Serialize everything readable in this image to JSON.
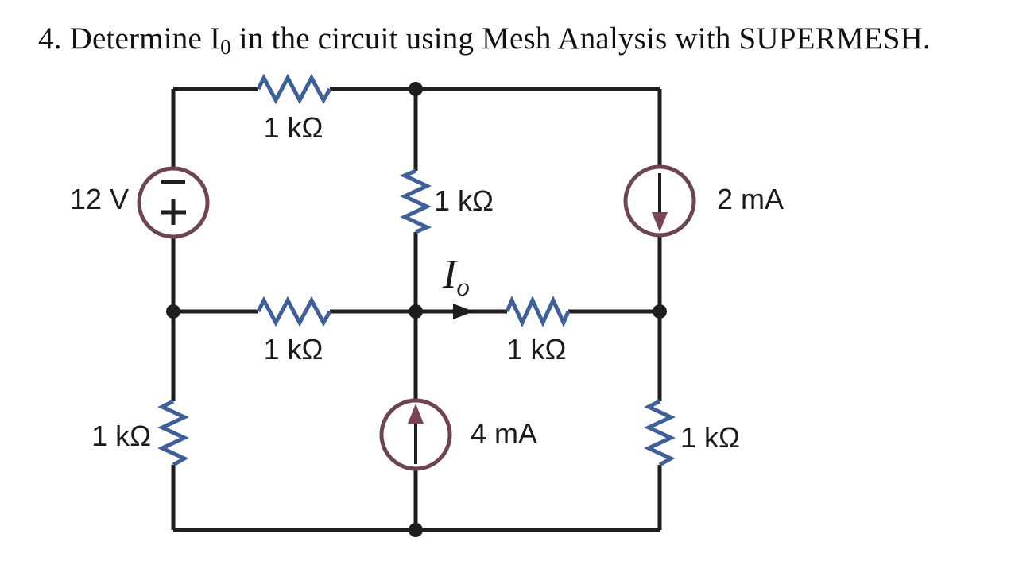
{
  "title": {
    "prefix": "4.  Determine I",
    "subscript": "0",
    "suffix": " in the circuit using Mesh Analysis with SUPERMESH."
  },
  "circuit": {
    "colors": {
      "wire": "#1e1e1c",
      "resistor": "#3f5f99",
      "source_outline": "#6d4550",
      "source_arrowhead": "#7a4455",
      "label_text": "#1b1b1b",
      "background": "#ffffff"
    },
    "labels": {
      "voltage_source": "12 V",
      "resistor_top": "1 kΩ",
      "resistor_mid_vertical": "1 kΩ",
      "current_source_right": "2 mA",
      "resistor_mid_left": "1 kΩ",
      "resistor_mid_right": "1 kΩ",
      "resistor_bottom_left": "1 kΩ",
      "current_source_bottom": "4 mA",
      "resistor_bottom_right": "1 kΩ",
      "output_current_symbol": "I",
      "output_current_subscript": "o"
    },
    "components": [
      {
        "type": "voltage-source",
        "value": "12 V",
        "position": "left-branch-upper",
        "polarity": "minus-top-plus-bottom"
      },
      {
        "type": "resistor",
        "value": "1 kΩ",
        "position": "top-branch",
        "orientation": "horizontal"
      },
      {
        "type": "resistor",
        "value": "1 kΩ",
        "position": "middle-branch-upper",
        "orientation": "vertical"
      },
      {
        "type": "current-source",
        "value": "2 mA",
        "position": "right-branch-upper",
        "arrow_direction": "down"
      },
      {
        "type": "resistor",
        "value": "1 kΩ",
        "position": "middle-row-left",
        "orientation": "horizontal"
      },
      {
        "type": "resistor",
        "value": "1 kΩ",
        "position": "middle-row-right",
        "orientation": "horizontal"
      },
      {
        "type": "resistor",
        "value": "1 kΩ",
        "position": "left-branch-lower",
        "orientation": "vertical"
      },
      {
        "type": "current-source",
        "value": "4 mA",
        "position": "middle-branch-lower",
        "arrow_direction": "up"
      },
      {
        "type": "resistor",
        "value": "1 kΩ",
        "position": "right-branch-lower",
        "orientation": "vertical"
      },
      {
        "type": "current-label",
        "value": "Io",
        "position": "middle-row-center",
        "arrow_direction": "right"
      }
    ]
  }
}
